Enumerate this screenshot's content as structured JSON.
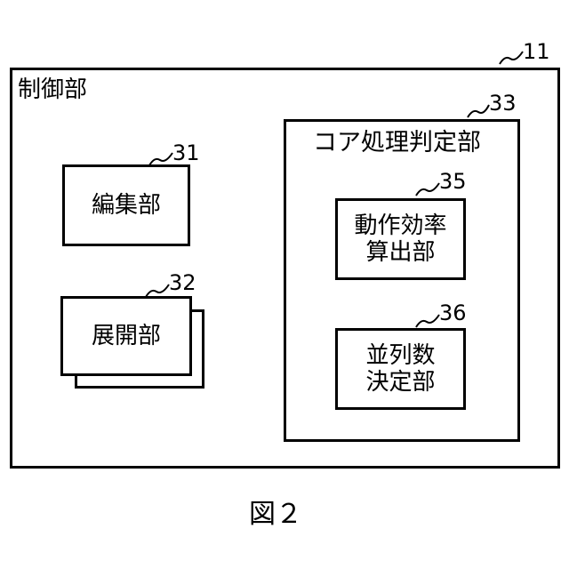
{
  "control_unit": {
    "label": "制御部",
    "ref": "11"
  },
  "edit_unit": {
    "label": "編集部",
    "ref": "31"
  },
  "expand_unit": {
    "label": "展開部",
    "ref": "32"
  },
  "core_unit": {
    "label": "コア処理判定部",
    "ref": "33",
    "efficiency_unit": {
      "line1": "動作効率",
      "line2": "算出部",
      "ref": "35"
    },
    "parallel_unit": {
      "line1": "並列数",
      "line2": "決定部",
      "ref": "36"
    }
  },
  "figure_caption": "図２"
}
